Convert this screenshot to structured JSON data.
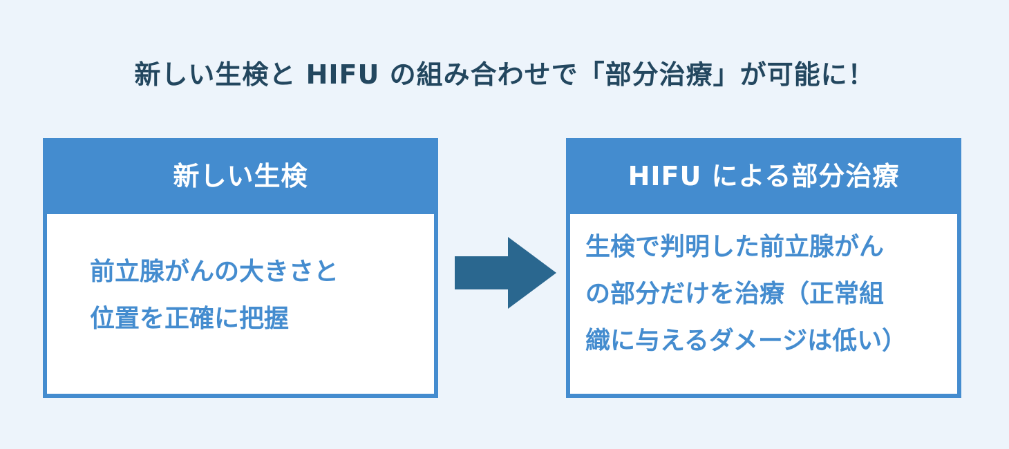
{
  "title": "新しい生検と HIFU の組み合わせで「部分治療」が可能に！",
  "left_box": {
    "header": "新しい生検",
    "lines": [
      "前立腺がんの大きさと",
      "位置を正確に把握"
    ]
  },
  "right_box": {
    "header": "HIFU による部分治療",
    "lines": [
      "生検で判明した前立腺がん",
      "の部分だけを治療（正常組",
      "織に与えるダメージは低い）"
    ]
  },
  "colors": {
    "background": "#edf4fb",
    "box_accent": "#448ccf",
    "arrow": "#2a678f",
    "title_text": "#23475f"
  },
  "icons": {
    "arrow": "right-arrow-icon"
  }
}
